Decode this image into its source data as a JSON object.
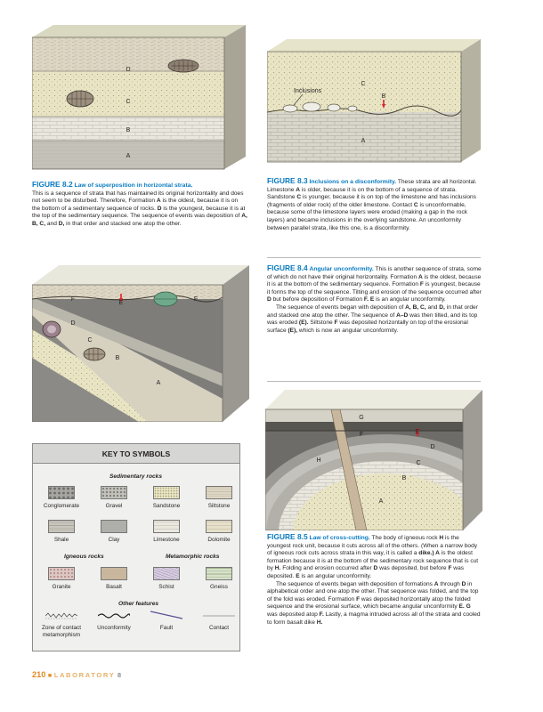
{
  "fig82": {
    "labels": {
      "d": "D",
      "c": "C",
      "b": "B",
      "a": "A"
    },
    "number": "FIGURE 8.2",
    "title": "Law of superposition in horizontal strata.",
    "parts": [
      "This is a sequence of strata that has maintained its original horizontality and does not seem to be disturbed. Therefore, Formation ",
      "A",
      " is the oldest, because it is on the bottom of a sedimentary sequence of rocks. ",
      "D",
      " is the youngest, because it is at the top of the sedimentary sequence. The sequence of events was deposition of ",
      "A, B, C,",
      " and ",
      "D,",
      " in that order and stacked one atop the other."
    ]
  },
  "fig83": {
    "labels": {
      "inclusions": "Inclusions",
      "c": "C",
      "b": "B",
      "a": "A"
    },
    "number": "FIGURE 8.3",
    "title": "Inclusions on a disconformity.",
    "parts": [
      "These strata are all horizontal. Limestone ",
      "A",
      " is older, because it is on the bottom of a sequence of strata. Sandstone ",
      "C",
      " is younger, because it is on top of the limestone and has inclusions (fragments of older rock) of the older limestone. Contact ",
      "C",
      " is unconformable, because some of the limestone layers were eroded (making a gap in the rock layers) and became inclusions in the overlying sandstone. An unconformity between parallel strata, like this one, is a disconformity."
    ]
  },
  "fig84": {
    "labels": {
      "f1": "F",
      "e": "E",
      "f2": "F",
      "d": "D",
      "c": "C",
      "b": "B",
      "a": "A"
    },
    "number": "FIGURE 8.4",
    "title": "Angular unconformity.",
    "p1": [
      "This is another sequence of strata, some of which do not have their original horizontality. Formation ",
      "A",
      " is the oldest, because it is at the bottom of the sedimentary sequence. Formation ",
      "F",
      " is youngest, because it forms the top of the sequence. Tilting and erosion of the sequence occurred after ",
      "D",
      " but before deposition of Formation ",
      "F. E",
      " is an angular unconformity."
    ],
    "p2": [
      "The sequence of events began with deposition of ",
      "A, B, C,",
      " and ",
      "D,",
      " in that order and stacked one atop the other. The sequence of ",
      "A–D",
      " was then tilted, and its top was eroded ",
      "(E).",
      " Siltstone ",
      "F",
      " was deposited horizontally on top of the erosional surface ",
      "(E),",
      " which is now an angular unconformity."
    ]
  },
  "fig85": {
    "labels": {
      "g": "G",
      "f": "F",
      "e": "E",
      "d": "D",
      "h": "H",
      "c": "C",
      "b": "B",
      "a": "A"
    },
    "number": "FIGURE 8.5",
    "title": "Law of cross-cutting.",
    "p1": [
      "The body of igneous rock ",
      "H",
      " is the youngest rock unit, because it cuts across all of the others. (When a narrow body of igneous rock cuts across strata in this way, it is called a ",
      "dike.)",
      " A",
      " is the oldest formation because it is at the bottom of the sedimentary rock sequence that is cut by ",
      "H.",
      " Folding and erosion occurred after ",
      "D",
      " was deposited, but before ",
      "F",
      " was deposited. ",
      "E",
      " is an angular unconformity."
    ],
    "p2": [
      "The sequence of events began with deposition of formations ",
      "A",
      " through ",
      "D",
      " in alphabetical order and one atop the other. That sequence was folded, and the top of the fold was eroded. Formation ",
      "F",
      " was deposited horizontally atop the folded sequence and the erosional surface, which became angular unconformity ",
      "E. G",
      " was deposited atop ",
      "F.",
      " Lastly, a magma intruded across all of the strata and cooled to form basalt dike ",
      "H."
    ]
  },
  "key": {
    "title": "KEY TO SYMBOLS",
    "sedimentary": "Sedimentary rocks",
    "igneous": "Igneous rocks",
    "metamorphic": "Metamorphic rocks",
    "other": "Other features",
    "row1": [
      "Conglomerate",
      "Gravel",
      "Sandstone",
      "Siltstone"
    ],
    "row2": [
      "Shale",
      "Clay",
      "Limestone",
      "Dolomite"
    ],
    "row3": [
      "Granite",
      "Basalt",
      "Schist",
      "Gneiss"
    ],
    "row4": [
      "Zone of contact metamorphism",
      "Unconformity",
      "Fault",
      "Contact"
    ]
  },
  "footer": {
    "page": "210",
    "section": "LABORATORY",
    "chapter": "8"
  },
  "colors": {
    "caption_blue": "#0a7bc0",
    "footer_orange": "#e08a1f"
  }
}
